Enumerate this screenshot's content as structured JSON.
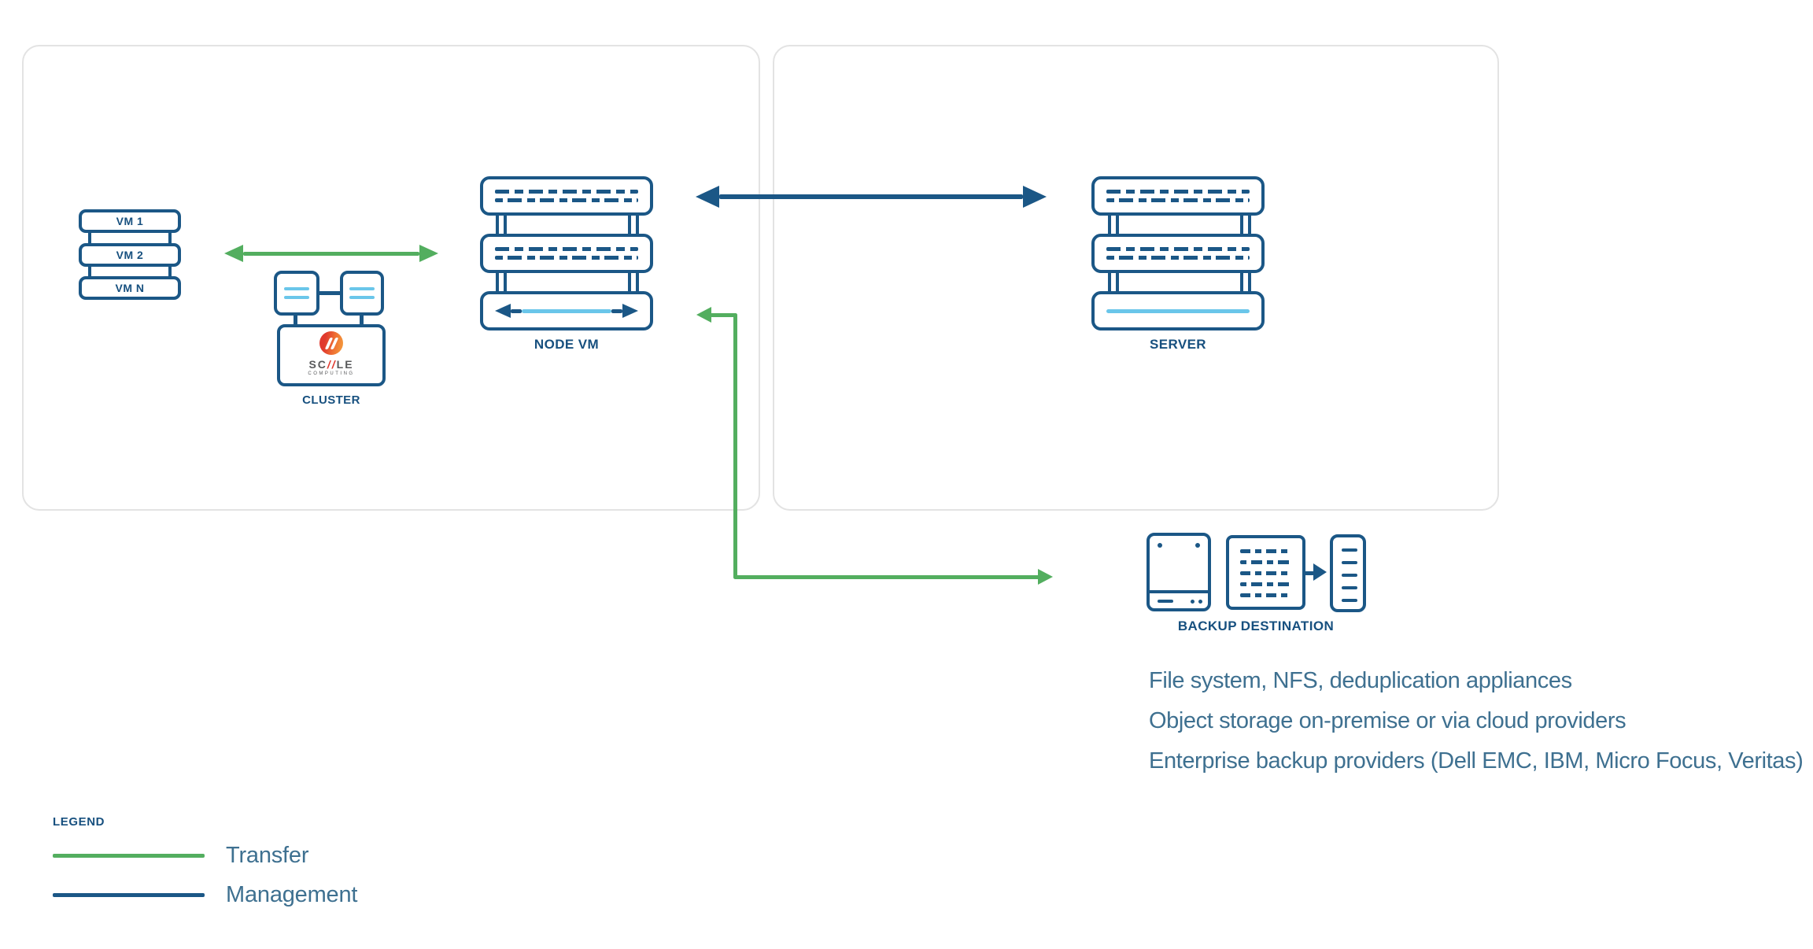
{
  "colors": {
    "navy": "#1b5786",
    "green": "#53ae5f",
    "light_blue": "#6ac6ea",
    "steel_text": "#3e7090",
    "panel_border": "#e3e3e3",
    "logo_red": "#e0392e",
    "logo_orange": "#f5a03d",
    "logo_gray": "#58595b"
  },
  "vm_stack": {
    "items": [
      "VM 1",
      "VM 2",
      "VM N"
    ]
  },
  "cluster": {
    "label": "CLUSTER",
    "logo": {
      "prefix": "SC",
      "slashes": "//",
      "suffix": "LE",
      "subtext": "COMPUTING"
    }
  },
  "node_vm": {
    "label": "NODE VM"
  },
  "server": {
    "label": "SERVER"
  },
  "backup": {
    "label": "BACKUP DESTINATION",
    "notes": [
      "File system, NFS, deduplication appliances",
      "Object storage on-premise or via cloud providers",
      "Enterprise backup providers (Dell EMC, IBM, Micro Focus, Veritas)"
    ]
  },
  "legend": {
    "title": "LEGEND",
    "items": [
      {
        "label": "Transfer",
        "color": "#53ae5f"
      },
      {
        "label": "Management",
        "color": "#1b5786"
      }
    ]
  }
}
